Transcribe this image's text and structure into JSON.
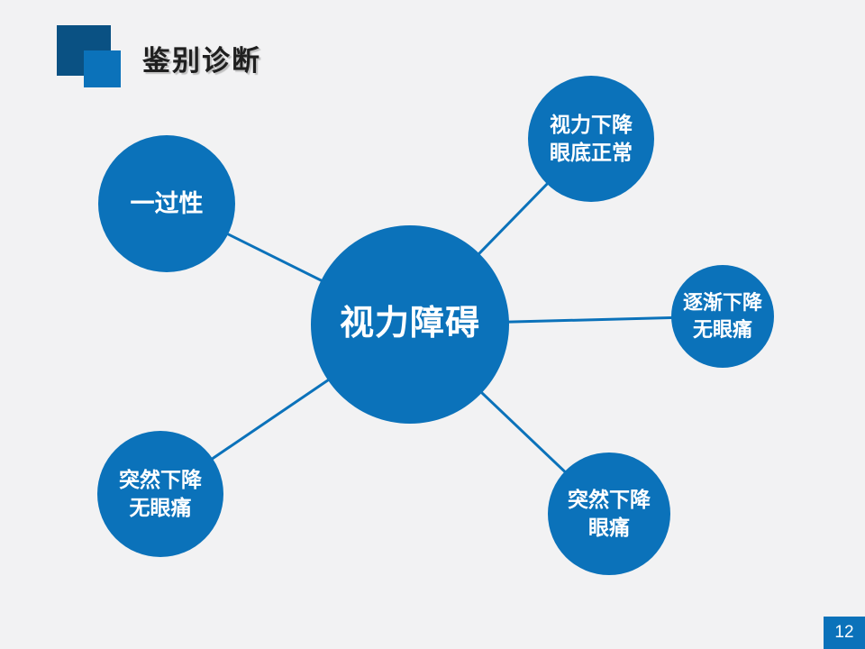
{
  "slide": {
    "title": "鉴别诊断",
    "page_number": "12",
    "colors": {
      "background": "#f2f2f3",
      "primary_blue": "#0b72ba",
      "decor_dark_blue": "#0a5183",
      "title_text": "#1f1f1f",
      "node_text": "#ffffff"
    },
    "diagram": {
      "center": {
        "label": "视力障碍"
      },
      "nodes": [
        {
          "line1": "一过性",
          "line2": ""
        },
        {
          "line1": "视力下降",
          "line2": "眼底正常"
        },
        {
          "line1": "逐渐下降",
          "line2": "无眼痛"
        },
        {
          "line1": "突然下降",
          "line2": "无眼痛"
        },
        {
          "line1": "突然下降",
          "line2": "眼痛"
        }
      ]
    }
  }
}
